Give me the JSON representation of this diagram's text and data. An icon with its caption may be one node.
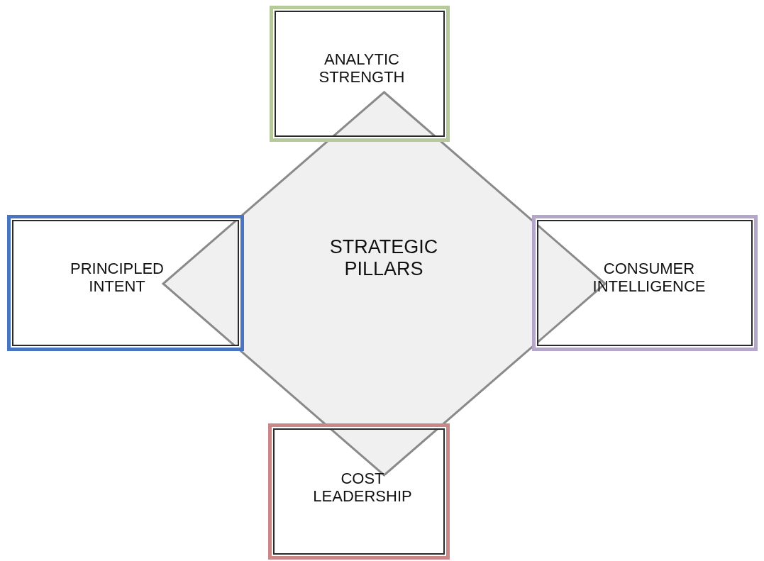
{
  "diagram": {
    "nodes": [
      {
        "text": [
          "ANALYTIC STRENGTH"
        ]
      },
      {
        "text": [
          "PRINCIPLED INTENT"
        ]
      },
      {
        "text": [
          "STRATEGIC PILLARS"
        ]
      },
      {
        "text": [
          "CONSUMER INTELLIGENCE"
        ]
      },
      {
        "text": [
          "COST LEADERSHIP"
        ]
      }
    ],
    "edges": []
  }
}
